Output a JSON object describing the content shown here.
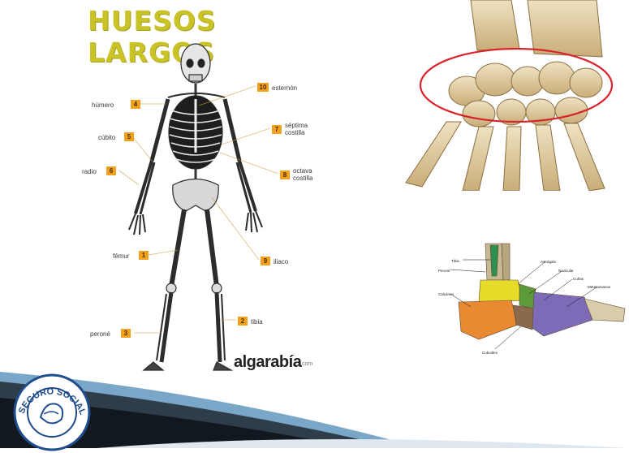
{
  "slide": {
    "title": "HUESOS LARGOS",
    "accent_color": "#c9c328",
    "badge_color": "#f2a11d",
    "ellipse_color": "#d8232a"
  },
  "skeleton": {
    "labels": [
      {
        "text": "húmero",
        "num": "4"
      },
      {
        "text": "cúbito",
        "num": "5"
      },
      {
        "text": "radio",
        "num": "6"
      },
      {
        "text": "fémur",
        "num": "1"
      },
      {
        "text": "peroné",
        "num": "3"
      },
      {
        "text": "esternón",
        "num": "10"
      },
      {
        "text": "séptima costilla",
        "num": "7"
      },
      {
        "text": "octava costilla",
        "num": "8"
      },
      {
        "text": "iliaco",
        "num": "9"
      },
      {
        "text": "tibia",
        "num": "2"
      }
    ],
    "brand": "algarabía",
    "brand_suffix": ".com"
  },
  "hand": {
    "icon": "wrist-carpal-bones-illustration"
  },
  "foot": {
    "icon": "foot-bones-illustration",
    "labels": [
      "Tibia",
      "Peroné",
      "Astrágalo",
      "Navicular",
      "Cuñas",
      "Metatarsianos",
      "Calcáneo",
      "Cuboides"
    ]
  },
  "footer": {
    "seal_text": "SEGURO SOCIAL",
    "seal_icon": "seguro-social-seal-icon"
  }
}
